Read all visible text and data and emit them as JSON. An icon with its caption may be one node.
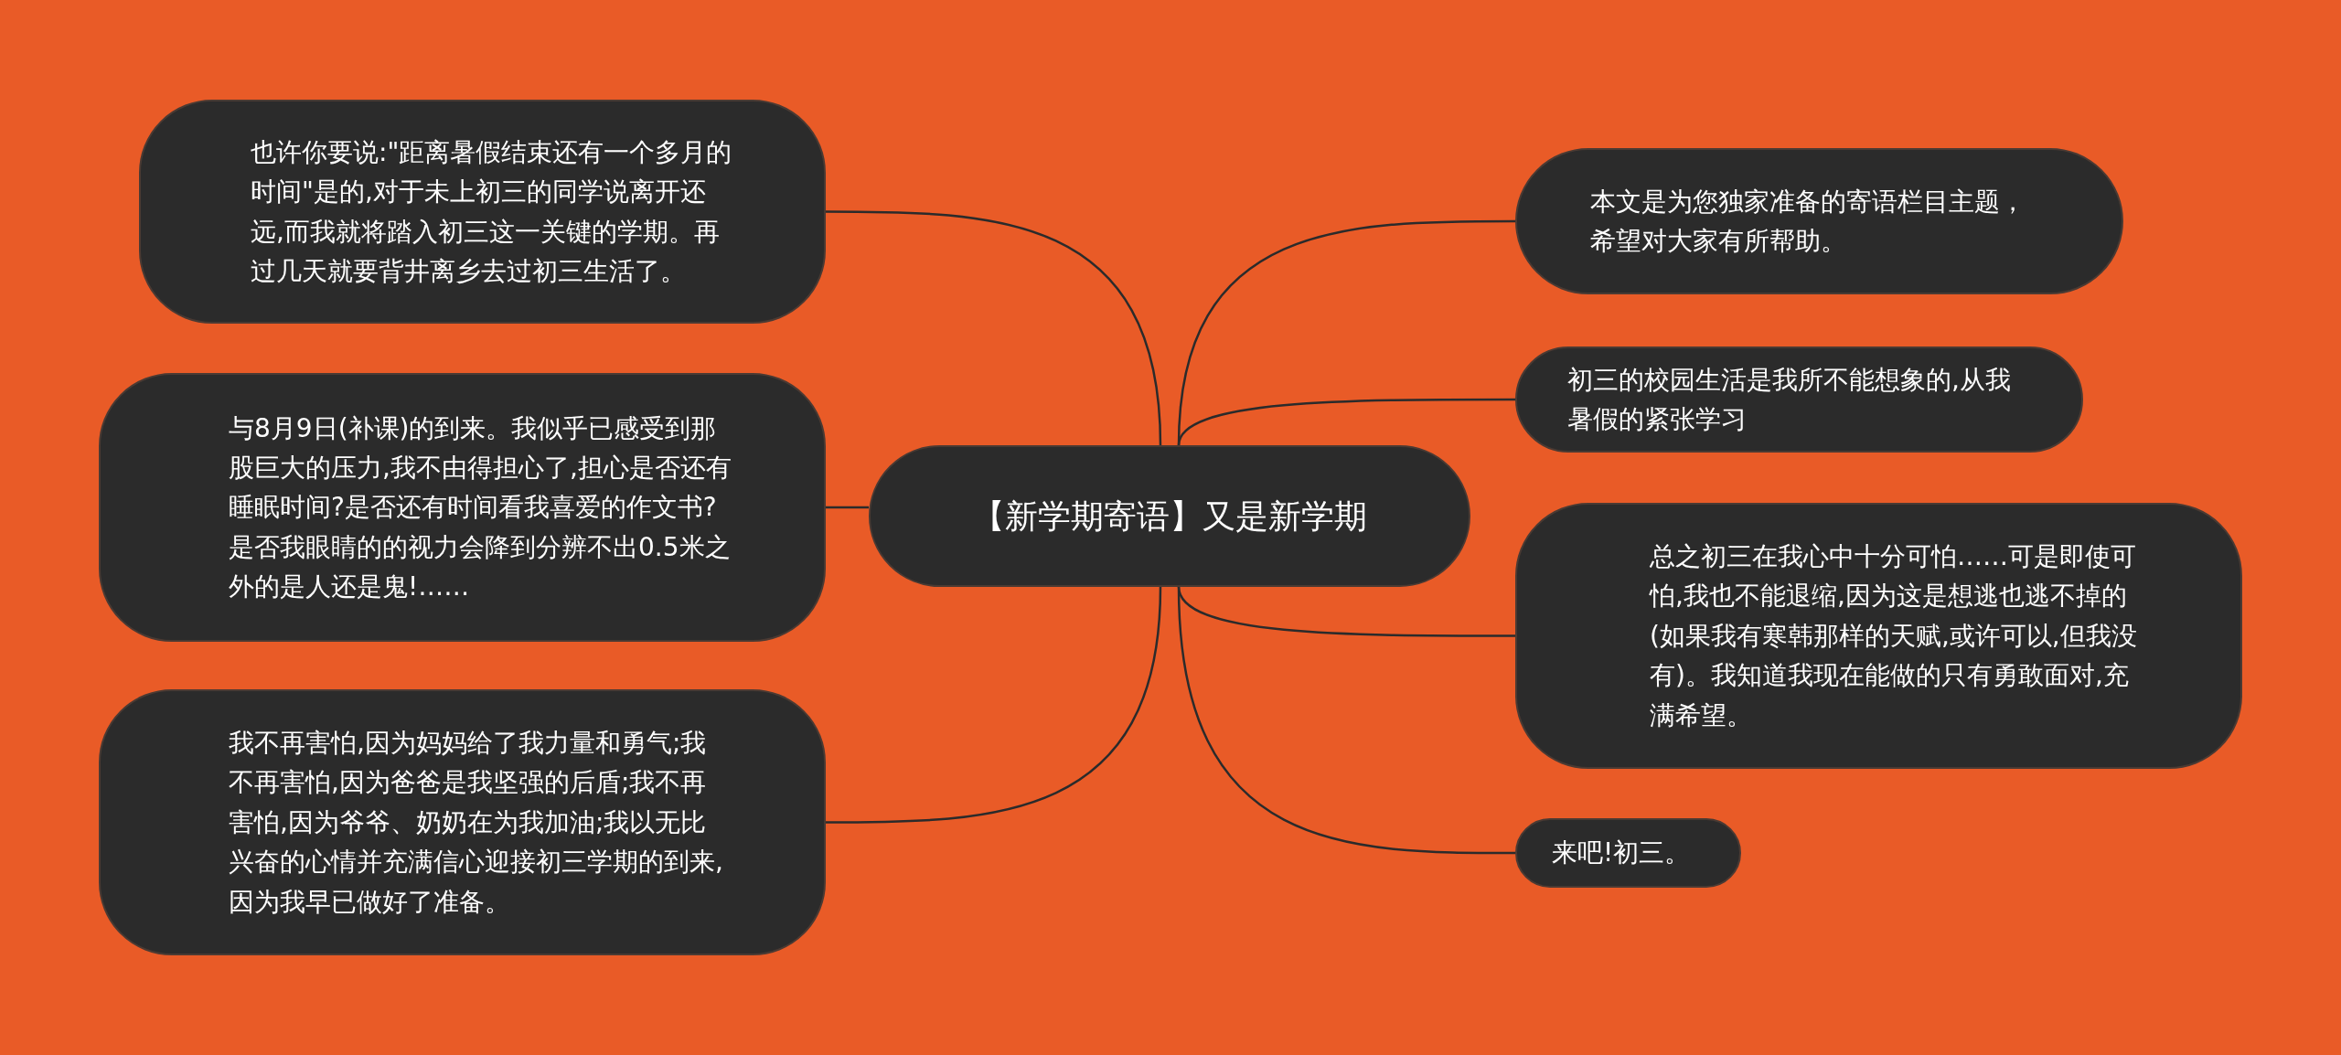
{
  "diagram": {
    "nodes": [
      {
        "text": [
          "【新学期寄语】又是新学期"
        ]
      },
      {
        "text": [
          "也许你要说:\"距离暑假结束还有一个多月的时间\"是的,对于未上初三的同学说离开还远,而我就将踏入初三这一关键的学期。再过几天就要背井离乡去过初三生活了。"
        ]
      },
      {
        "text": [
          "与8月9日(补课)的到来。我似乎已感受到那股巨大的压力,我不由得担心了,担心是否还有睡眠时间?是否还有时间看我喜爱的作文书?是否我眼睛的的视力会降到分辨不出0.5米之外的是人还是鬼!……"
        ]
      },
      {
        "text": [
          "我不再害怕,因为妈妈给了我力量和勇气;我不再害怕,因为爸爸是我坚强的后盾;我不再害怕,因为爷爷、奶奶在为我加油;我以无比兴奋的心情并充满信心迎接初三学期的到来,因为我早已做好了准备。"
        ]
      },
      {
        "text": [
          "本文是为您独家准备的寄语栏目主题，希望对大家有所帮助。"
        ]
      },
      {
        "text": [
          "初三的校园生活是我所不能想象的,从我暑假的紧张学习"
        ]
      },
      {
        "text": [
          "总之初三在我心中十分可怕……可是即使可怕,我也不能退缩,因为这是想逃也逃不掉的(如果我有寒韩那样的天赋,或许可以,但我没有)。我知道我现在能做的只有勇敢面对,充满希望。"
        ]
      },
      {
        "text": [
          "来吧!初三。"
        ]
      }
    ],
    "edges": [
      {
        "from": 0,
        "to": 1,
        "arrow": "none"
      },
      {
        "from": 0,
        "to": 2,
        "arrow": "none"
      },
      {
        "from": 0,
        "to": 3,
        "arrow": "none"
      },
      {
        "from": 0,
        "to": 4,
        "arrow": "none"
      },
      {
        "from": 0,
        "to": 5,
        "arrow": "none"
      },
      {
        "from": 0,
        "to": 6,
        "arrow": "none"
      },
      {
        "from": 0,
        "to": 7,
        "arrow": "none"
      }
    ]
  }
}
